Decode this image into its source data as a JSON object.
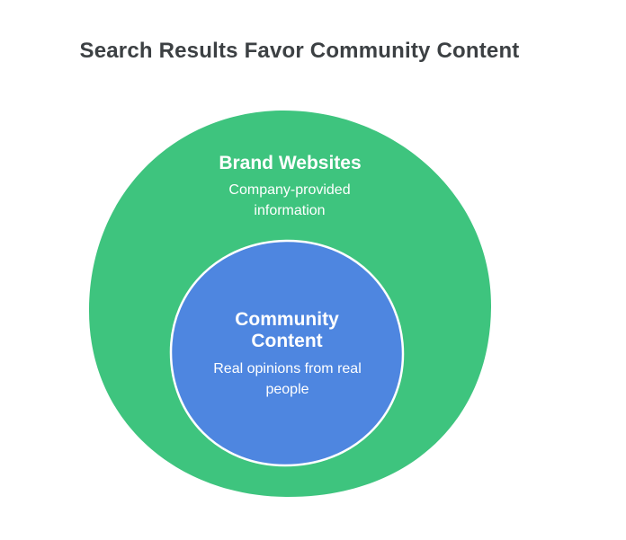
{
  "title": {
    "text": "Search Results Favor Community Content",
    "color": "#3c4043"
  },
  "diagram": {
    "type": "nested-circles",
    "outer_circle": {
      "label": "Brand Websites",
      "description": "Company-provided information",
      "fill": "#3ec47e",
      "text_color": "#ffffff"
    },
    "inner_circle": {
      "label": "Community Content",
      "description": "Real opinions from real people",
      "fill": "#4e86e0",
      "stroke": "#ffffff",
      "text_color": "#ffffff"
    }
  }
}
